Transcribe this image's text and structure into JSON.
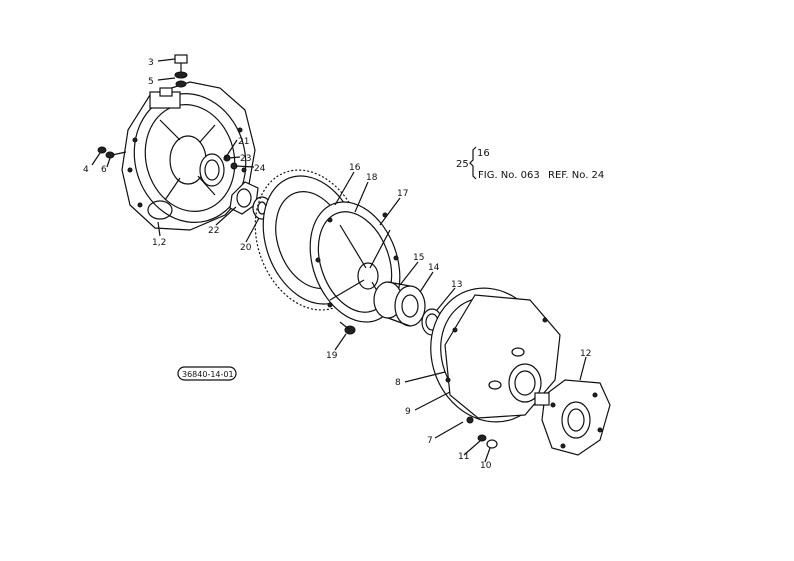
{
  "part_labels": [
    {
      "id": "p3",
      "text": "3"
    },
    {
      "id": "p5",
      "text": "5"
    },
    {
      "id": "p4",
      "text": "4"
    },
    {
      "id": "p6",
      "text": "6"
    },
    {
      "id": "p21",
      "text": "21"
    },
    {
      "id": "p23",
      "text": "23"
    },
    {
      "id": "p24",
      "text": "24"
    },
    {
      "id": "p12a",
      "text": "1,2"
    },
    {
      "id": "p22",
      "text": "22"
    },
    {
      "id": "p20",
      "text": "20"
    },
    {
      "id": "p16",
      "text": "16"
    },
    {
      "id": "p18",
      "text": "18"
    },
    {
      "id": "p17",
      "text": "17"
    },
    {
      "id": "p15",
      "text": "15"
    },
    {
      "id": "p14",
      "text": "14"
    },
    {
      "id": "p13",
      "text": "13"
    },
    {
      "id": "p19",
      "text": "19"
    },
    {
      "id": "p12",
      "text": "12"
    },
    {
      "id": "p8",
      "text": "8"
    },
    {
      "id": "p9",
      "text": "9"
    },
    {
      "id": "p7",
      "text": "7"
    },
    {
      "id": "p11",
      "text": "11"
    },
    {
      "id": "p10",
      "text": "10"
    }
  ],
  "reference": {
    "top": "16",
    "left": "25",
    "fig": "FIG. No. 063",
    "ref": "REF. No. 24"
  },
  "drawing_code": "36840-14-01"
}
